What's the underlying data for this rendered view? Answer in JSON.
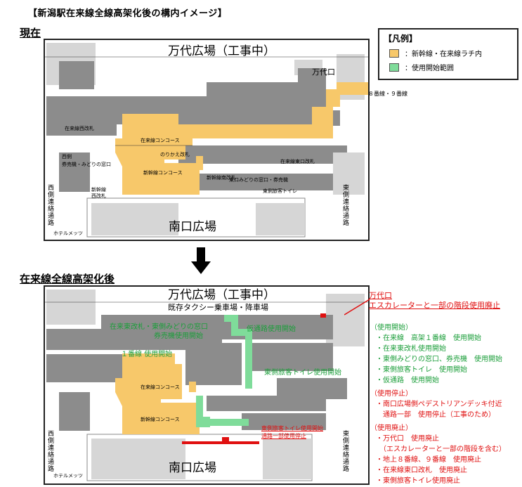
{
  "title": "【新潟駅在来線全線高架化後の構内イメージ】",
  "sections": {
    "current": "現在",
    "after": "在来線全線高架化後"
  },
  "legend": {
    "title": "【凡例】",
    "items": [
      {
        "label": "：新幹線・在来線ラチ内",
        "color": "#f7c86a"
      },
      {
        "label": "：使用開始範囲",
        "color": "#7fdc9a"
      }
    ]
  },
  "map1": {
    "bandai": "万代広場（工事中）",
    "bandai_exit": "万代口",
    "track89": "８番線・９番線",
    "zairaisen_seikaisatsu": "在来線西改札",
    "zairaisen_concourse": "在来線コンコース",
    "norikae": "のりかえ改札",
    "nishigawa": "西側",
    "nishigawa2": "券売機・みどりの窓口",
    "shinkansen_concourse": "新幹線コンコース",
    "shinkansen_minami": "新幹線南改札",
    "shinkansen_nishi": "新幹線",
    "shinkansen_nishi2": "西改札",
    "zairaisen_higashi": "在来線東口改札",
    "higashi_midori": "東口みどりの窓口・券売機",
    "higashi_toilet": "東側旅客トイレ",
    "minami": "南口広場",
    "west_passage": "西側連絡通路",
    "east_passage": "東側連絡通路",
    "hotel": "ホテルメッツ"
  },
  "map2": {
    "bandai": "万代広場（工事中）",
    "taxi": "既存タクシー乗車場・降車場",
    "bandai_exit_red": "万代口",
    "escalator_red": "エスカレーターと一部の階段使用廃止",
    "green_ticket": "在来東改札・東側みどりの窓口",
    "green_ticket2": "券売機使用開始",
    "green_karitsu": "仮通路使用開始",
    "green_track1": "１番線 使用開始",
    "green_toilet": "東側旅客トイレ使用開始",
    "zairaisen_concourse": "在来線コンコース",
    "shinkansen_concourse": "新幹線コンコース",
    "red_toilet": "東側旅客トイレ使用開始",
    "red_toilet2": "通路一部使用停止",
    "minami": "南口広場",
    "west_passage": "西側連絡通路",
    "east_passage": "東側連絡通路",
    "hotel": "ホテルメッツ"
  },
  "notes": {
    "start_head": "（使用開始）",
    "start_items": [
      "・在来線　高架１番線　使用開始",
      "・在来東改札使用開始",
      "・東側みどりの窓口、券売機　使用開始",
      "・東側旅客トイレ　使用開始",
      "・仮通路　使用開始"
    ],
    "stop_head": "（使用停止）",
    "stop_items": [
      "・南口広場側ペデストリアンデッキ付近",
      "　通路一部　使用停止（工事のため）"
    ],
    "abolish_head": "（使用廃止）",
    "abolish_items": [
      "・万代口　使用廃止",
      "　（エスカレーターと一部の階段を含む）",
      "・地上８番線、９番線　使用廃止",
      "・在来線東口改札　使用廃止",
      "・東側旅客トイレ使用廃止"
    ]
  },
  "colors": {
    "yellow": "#f7c86a",
    "green": "#7fdc9a",
    "red": "#e01010",
    "gray": "#8c8c8c",
    "light_gray": "#d6d6d6"
  }
}
